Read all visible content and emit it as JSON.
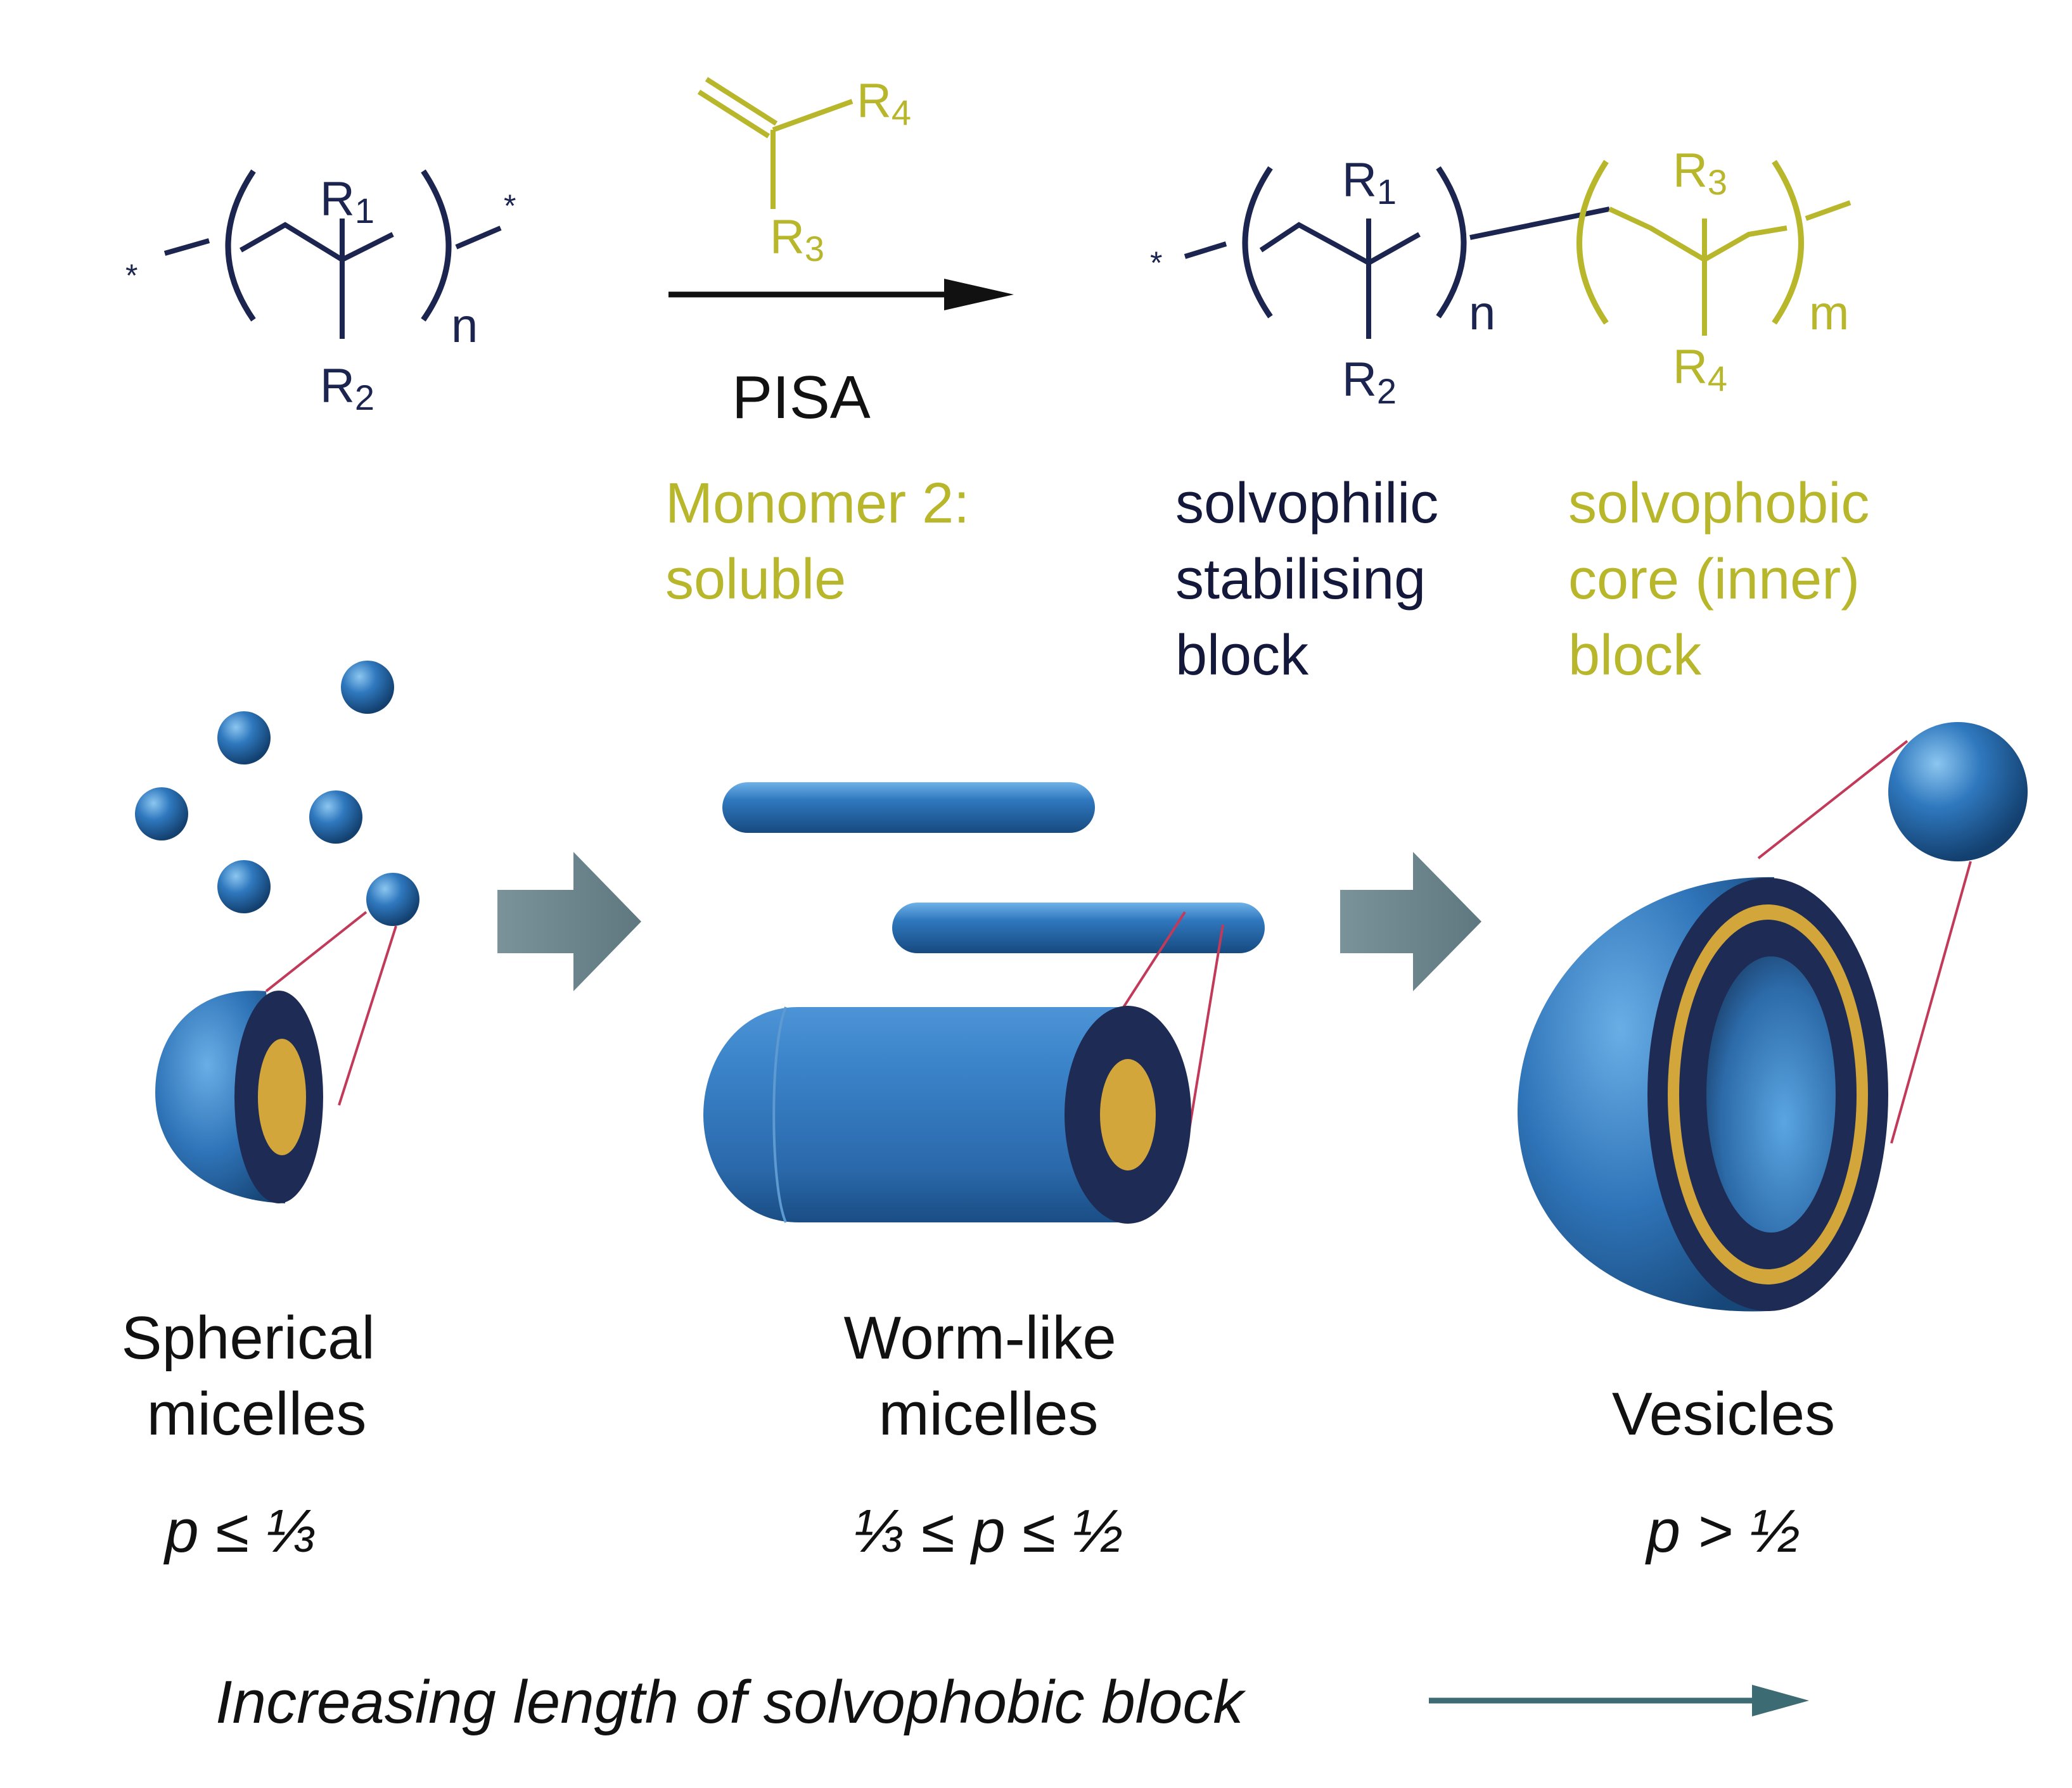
{
  "colors": {
    "navy": "#1b2550",
    "olive": "#b8b62a",
    "blue": "#2f6fb0",
    "gold": "#d4a93a",
    "grey_arrow": "#6f8890",
    "teal_arrow": "#3d6b73",
    "red_line": "#c23a5a"
  },
  "reaction": {
    "reactant": {
      "r1": "R",
      "r1_sub": "1",
      "r2": "R",
      "r2_sub": "2",
      "n": "n",
      "star": "*"
    },
    "monomer": {
      "r4": "R",
      "r4_sub": "4",
      "r3": "R",
      "r3_sub": "3"
    },
    "arrow_label": "PISA",
    "monomer_caption": [
      "Monomer 2:",
      "soluble"
    ],
    "product": {
      "r1": "R",
      "r1_sub": "1",
      "r2": "R",
      "r2_sub": "2",
      "n": "n",
      "r3": "R",
      "r3_sub": "3",
      "r4": "R",
      "r4_sub": "4",
      "m": "m",
      "star": "*"
    },
    "solvophilic_caption": [
      "solvophilic",
      "stabilising",
      "block"
    ],
    "solvophobic_caption": [
      "solvophobic",
      "core (inner)",
      "block"
    ]
  },
  "morphologies": [
    {
      "name": [
        "Spherical",
        "micelles"
      ],
      "condition": "p ≤ ⅓"
    },
    {
      "name": [
        "Worm-like",
        "micelles"
      ],
      "condition": "⅓ ≤ p ≤ ½"
    },
    {
      "name": [
        "Vesicles"
      ],
      "condition": "p > ½"
    }
  ],
  "trend_label": "Increasing length of solvophobic block"
}
